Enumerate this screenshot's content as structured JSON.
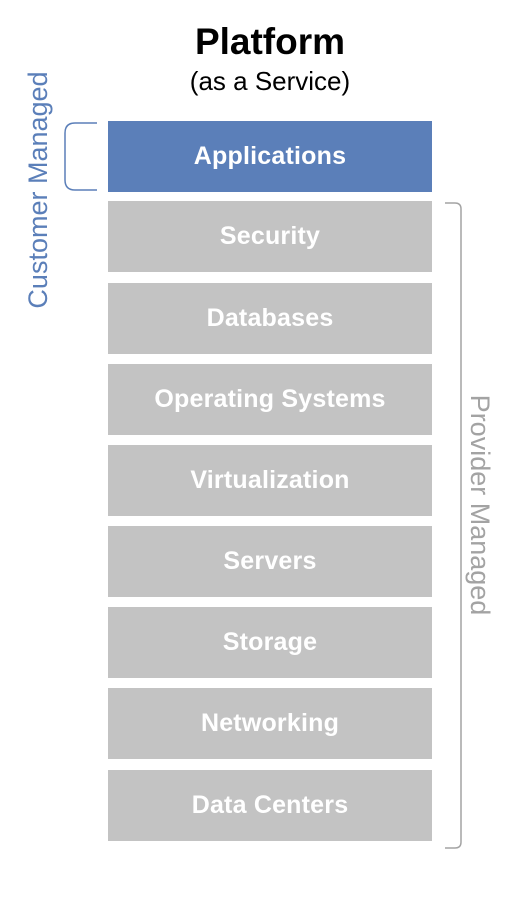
{
  "header": {
    "title": "Platform",
    "subtitle": "(as a Service)"
  },
  "layers": [
    {
      "label": "Applications",
      "managed_by": "customer"
    },
    {
      "label": "Security",
      "managed_by": "provider"
    },
    {
      "label": "Databases",
      "managed_by": "provider"
    },
    {
      "label": "Operating Systems",
      "managed_by": "provider"
    },
    {
      "label": "Virtualization",
      "managed_by": "provider"
    },
    {
      "label": "Servers",
      "managed_by": "provider"
    },
    {
      "label": "Storage",
      "managed_by": "provider"
    },
    {
      "label": "Networking",
      "managed_by": "provider"
    },
    {
      "label": "Data Centers",
      "managed_by": "provider"
    }
  ],
  "labels": {
    "customer_managed": "Customer Managed",
    "provider_managed": "Provider Managed"
  },
  "colors": {
    "customer": "#5b7fb9",
    "provider": "#c3c3c3",
    "provider_text": "#a3a3a3"
  }
}
